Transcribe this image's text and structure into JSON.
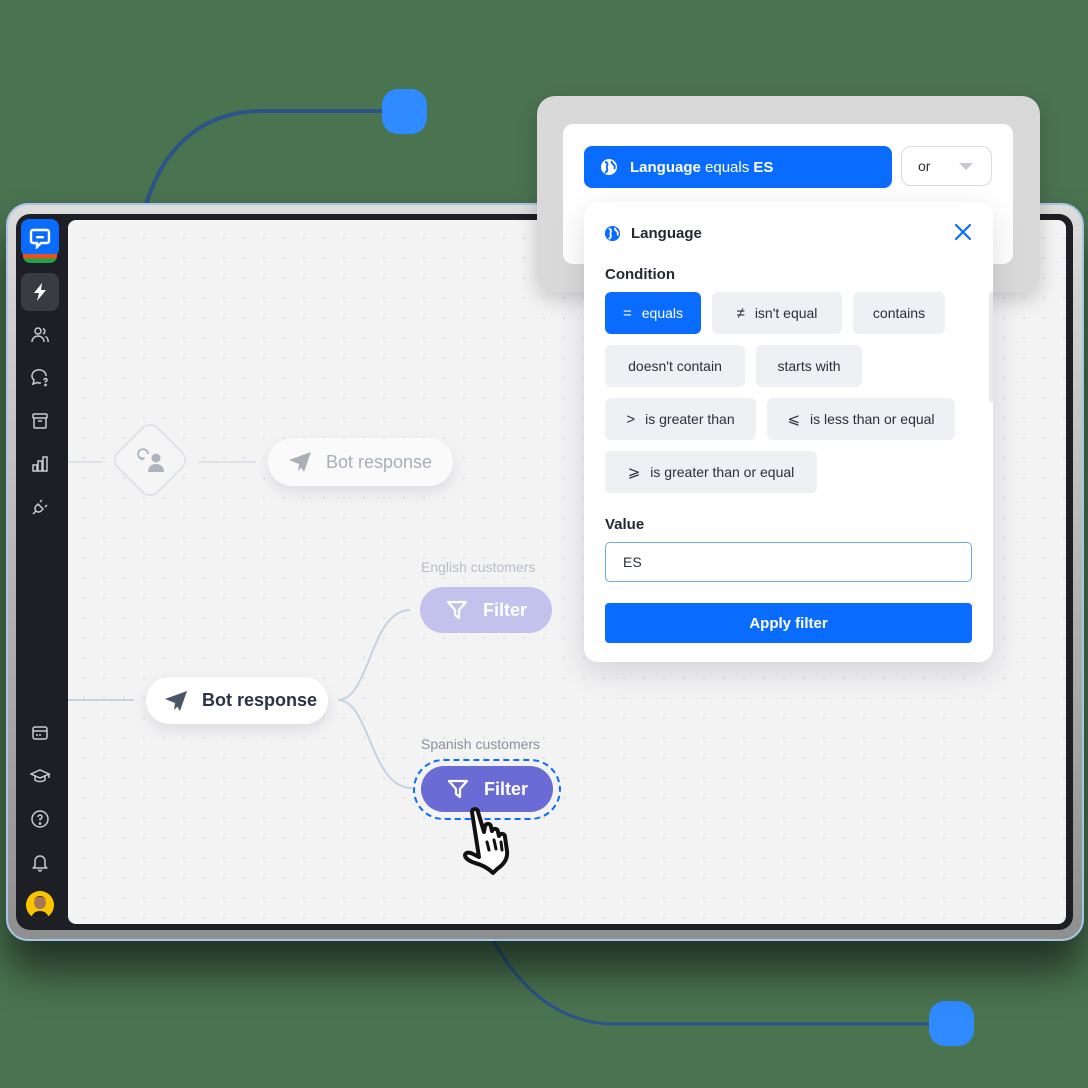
{
  "sidebar": {
    "items": [
      {
        "name": "automation",
        "icon": "lightning-icon",
        "active": true
      },
      {
        "name": "customers",
        "icon": "users-icon",
        "active": false
      },
      {
        "name": "chats",
        "icon": "chat-question-icon",
        "active": false
      },
      {
        "name": "archives",
        "icon": "archive-icon",
        "active": false
      },
      {
        "name": "reports",
        "icon": "bar-chart-icon",
        "active": false
      },
      {
        "name": "integrations",
        "icon": "plug-icon",
        "active": false
      }
    ],
    "bottom_items": [
      {
        "name": "billing",
        "icon": "credit-card-icon"
      },
      {
        "name": "academy",
        "icon": "graduation-cap-icon"
      },
      {
        "name": "help",
        "icon": "help-circle-icon"
      },
      {
        "name": "notifications",
        "icon": "bell-icon"
      }
    ],
    "colors": {
      "logo": "#0a6cff",
      "stripe_orange": "#e8521d",
      "stripe_green": "#1fa34a",
      "avatar_bg": "#f7c600"
    }
  },
  "flow": {
    "faded_bot_response": {
      "label": "Bot response"
    },
    "bot_response": {
      "label": "Bot response"
    },
    "english_branch": {
      "caption": "English customers",
      "label": "Filter"
    },
    "spanish_branch": {
      "caption": "Spanish customers",
      "label": "Filter"
    },
    "colors": {
      "filter_active": "#6b6bd6",
      "filter_faded": "#c3c2ec",
      "dashed_outline": "#0a6cff"
    }
  },
  "filter_bar": {
    "active_chip": {
      "field": "Language",
      "operator": "equals",
      "value": "ES"
    },
    "logic_select": {
      "value": "or"
    }
  },
  "filter_panel": {
    "title": "Language",
    "condition_label": "Condition",
    "conditions": [
      {
        "symbol": "=",
        "label": "equals",
        "active": true
      },
      {
        "symbol": "≠",
        "label": "isn't equal",
        "active": false
      },
      {
        "symbol": "",
        "label": "contains",
        "active": false
      },
      {
        "symbol": "",
        "label": "doesn't contain",
        "active": false
      },
      {
        "symbol": "",
        "label": "starts with",
        "active": false
      },
      {
        "symbol": ">",
        "label": "is greater than",
        "active": false
      },
      {
        "symbol": "⩽",
        "label": "is less than or equal",
        "active": false
      },
      {
        "symbol": "⩾",
        "label": "is greater than or equal",
        "active": false
      }
    ],
    "value_label": "Value",
    "value_input": "ES",
    "apply_label": "Apply filter",
    "accent": "#0a6cff"
  }
}
